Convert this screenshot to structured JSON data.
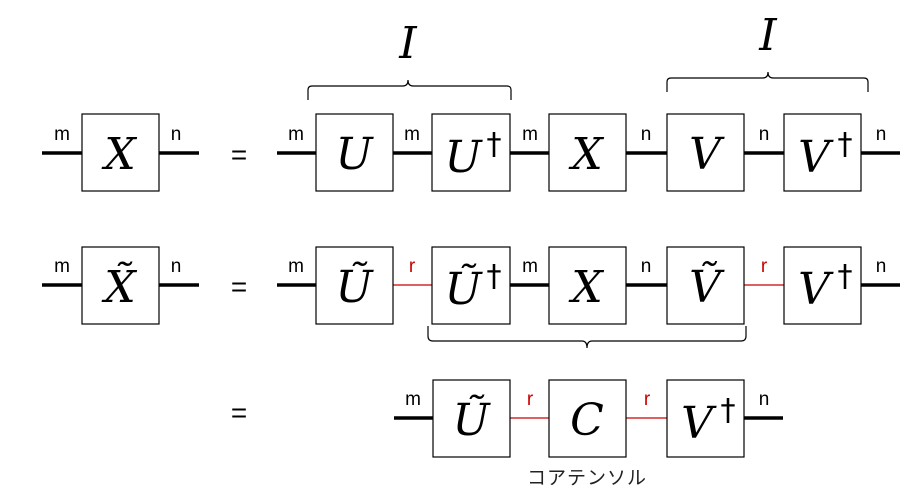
{
  "equals_sign": "=",
  "identity_symbol": "I",
  "dagger": "†",
  "row1": {
    "lhs": {
      "left_index": "m",
      "tensor": "X",
      "right_index": "n"
    },
    "rhs": {
      "indices": [
        "m",
        "m",
        "m",
        "n",
        "n",
        "n"
      ],
      "tensors": [
        {
          "symbol": "U",
          "dagger": false
        },
        {
          "symbol": "U",
          "dagger": true
        },
        {
          "symbol": "X",
          "dagger": false
        },
        {
          "symbol": "V",
          "dagger": false
        },
        {
          "symbol": "V",
          "dagger": true
        }
      ]
    }
  },
  "row2": {
    "lhs": {
      "left_index": "m",
      "tensor": "X̃",
      "right_index": "n"
    },
    "rhs": {
      "indices": [
        "m",
        "r",
        "m",
        "n",
        "r",
        "n"
      ],
      "tensors": [
        {
          "symbol": "Ũ",
          "dagger": false
        },
        {
          "symbol": "Ũ",
          "dagger": true
        },
        {
          "symbol": "X",
          "dagger": false
        },
        {
          "symbol": "Ṽ",
          "dagger": false
        },
        {
          "symbol": "V",
          "dagger": true
        }
      ]
    }
  },
  "row3": {
    "indices": [
      "m",
      "r",
      "r",
      "n"
    ],
    "tensors": [
      {
        "symbol": "Ũ",
        "dagger": false
      },
      {
        "symbol": "C",
        "dagger": false
      },
      {
        "symbol": "V",
        "dagger": true
      }
    ],
    "caption": "コアテンソル"
  },
  "colors": {
    "wire": "#000000",
    "reduced_wire": "#cc0000",
    "reduced_label": "#cc0000"
  }
}
